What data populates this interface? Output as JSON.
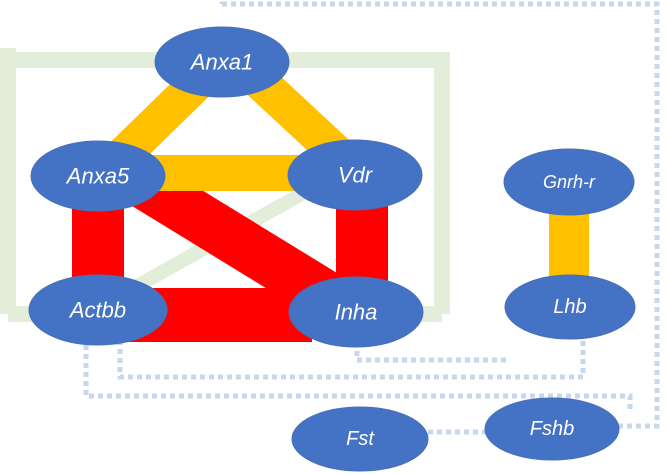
{
  "colors": {
    "node_fill": "#4472c4",
    "edge_yellow": "#ffc000",
    "edge_red": "#ff0000",
    "edge_lightgreen": "#e2eed9",
    "edge_dotted": "#c6d7ee"
  },
  "nodes": [
    {
      "id": "anxa1",
      "label": "Anxa1"
    },
    {
      "id": "anxa5",
      "label": "Anxa5"
    },
    {
      "id": "vdr",
      "label": "Vdr"
    },
    {
      "id": "actbb",
      "label": "Actbb"
    },
    {
      "id": "inha",
      "label": "Inha"
    },
    {
      "id": "gnrhr",
      "label": "Gnrh-r"
    },
    {
      "id": "lhb",
      "label": "Lhb"
    },
    {
      "id": "fst",
      "label": "Fst"
    },
    {
      "id": "fshb",
      "label": "Fshb"
    }
  ],
  "edges": [
    {
      "from": "anxa1",
      "to": "anxa5",
      "type": "yellow"
    },
    {
      "from": "anxa1",
      "to": "vdr",
      "type": "yellow"
    },
    {
      "from": "anxa5",
      "to": "vdr",
      "type": "yellow"
    },
    {
      "from": "anxa5",
      "to": "actbb",
      "type": "red"
    },
    {
      "from": "anxa5",
      "to": "inha",
      "type": "red"
    },
    {
      "from": "vdr",
      "to": "inha",
      "type": "red"
    },
    {
      "from": "actbb",
      "to": "inha",
      "type": "red"
    },
    {
      "from": "actbb",
      "to": "vdr",
      "type": "lightgreen"
    },
    {
      "from": "gnrhr",
      "to": "lhb",
      "type": "yellow"
    },
    {
      "from": "fst",
      "to": "fshb",
      "type": "dotted"
    }
  ]
}
